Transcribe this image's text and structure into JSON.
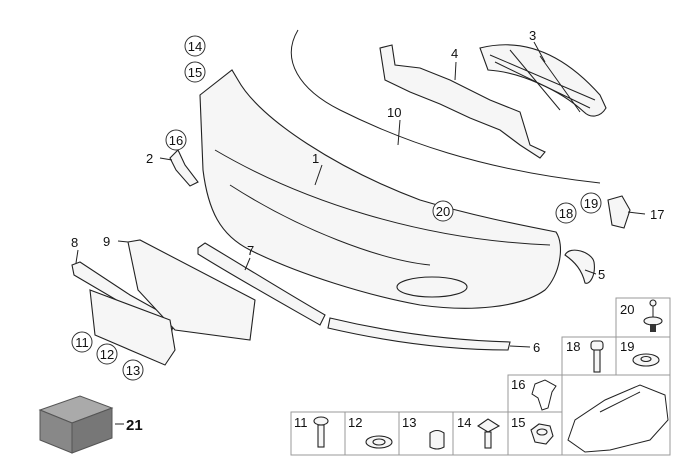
{
  "diagram": {
    "title": "Front bumper trim parts",
    "callouts": {
      "p1": "1",
      "p2": "2",
      "p3": "3",
      "p4": "4",
      "p5": "5",
      "p6": "6",
      "p7": "7",
      "p8": "8",
      "p9": "9",
      "p10": "10",
      "p11": "11",
      "p12": "12",
      "p13": "13",
      "p14": "14",
      "p15": "15",
      "p16": "16",
      "p17": "17",
      "p18": "18",
      "p19": "19",
      "p20": "20",
      "p21": "21"
    },
    "hardware_grid": [
      {
        "label": "11",
        "part": "screw"
      },
      {
        "label": "12",
        "part": "washer"
      },
      {
        "label": "13",
        "part": "cap"
      },
      {
        "label": "14",
        "part": "square-head-bolt"
      },
      {
        "label": "15",
        "part": "nut"
      },
      {
        "label": "16",
        "part": "bracket-clip"
      },
      {
        "label": "18",
        "part": "hex-bolt"
      },
      {
        "label": "19",
        "part": "washer"
      },
      {
        "label": "20",
        "part": "expanding-rivet"
      }
    ]
  }
}
